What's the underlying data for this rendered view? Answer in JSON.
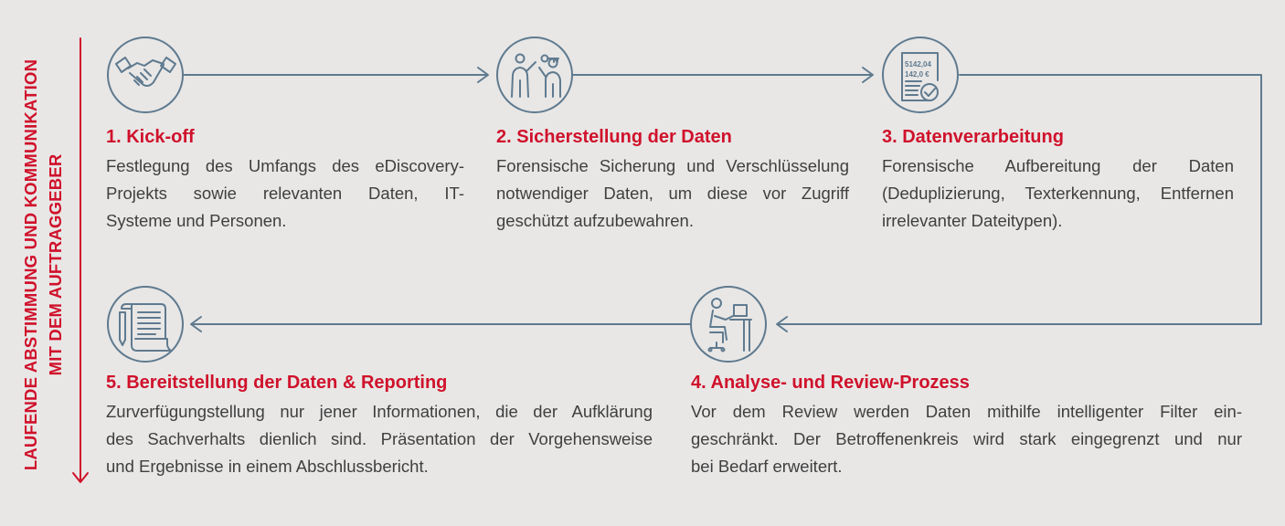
{
  "side_label": {
    "line1": "LAUFENDE ABSTIMMUNG UND KOMMUNIKATION",
    "line2": "MIT DEM AUFTRAGGEBER"
  },
  "steps": [
    {
      "title": "1. Kick-off",
      "icon": "handshake-icon",
      "lines": [
        "Festlegung des Umfangs des eDiscovery-",
        "Projekts sowie relevanten Daten, IT-",
        "Systeme und Personen."
      ]
    },
    {
      "title": "2. Sicherstellung der Daten",
      "icon": "key-handover-icon",
      "lines": [
        "Forensische Sicherung und Verschlüsselung",
        "notwendiger Daten, um diese vor Zugriff",
        "geschützt aufzubewahren."
      ]
    },
    {
      "title": "3. Datenverarbeitung",
      "icon": "processed-document-icon",
      "icon_text": [
        "5142,04",
        "142,0 €"
      ],
      "lines": [
        "Forensische Aufbereitung der Daten",
        "(Deduplizierung, Texterkennung, Entfernen",
        "irrelevanter Dateitypen)."
      ]
    },
    {
      "title": "4. Analyse- und Review-Prozess",
      "icon": "person-at-laptop-icon",
      "lines": [
        "Vor dem Review werden Daten mithilfe intelligenter Filter ein-",
        "geschränkt. Der Betroffenenkreis wird stark eingegrenzt und nur",
        "bei Bedarf erweitert."
      ]
    },
    {
      "title": "5. Bereitstellung der Daten & Reporting",
      "icon": "report-scroll-icon",
      "lines": [
        "Zurverfügungstellung nur jener Informationen, die der Aufklärung",
        "des Sachverhalts dienlich sind. Präsentation der Vorgehensweise",
        "und Ergebnisse in einem Abschlussbericht."
      ]
    }
  ],
  "colors": {
    "accent": "#d0112b",
    "line": "#5f7a8f",
    "text": "#3f3f3f",
    "background": "#e8e7e6"
  }
}
